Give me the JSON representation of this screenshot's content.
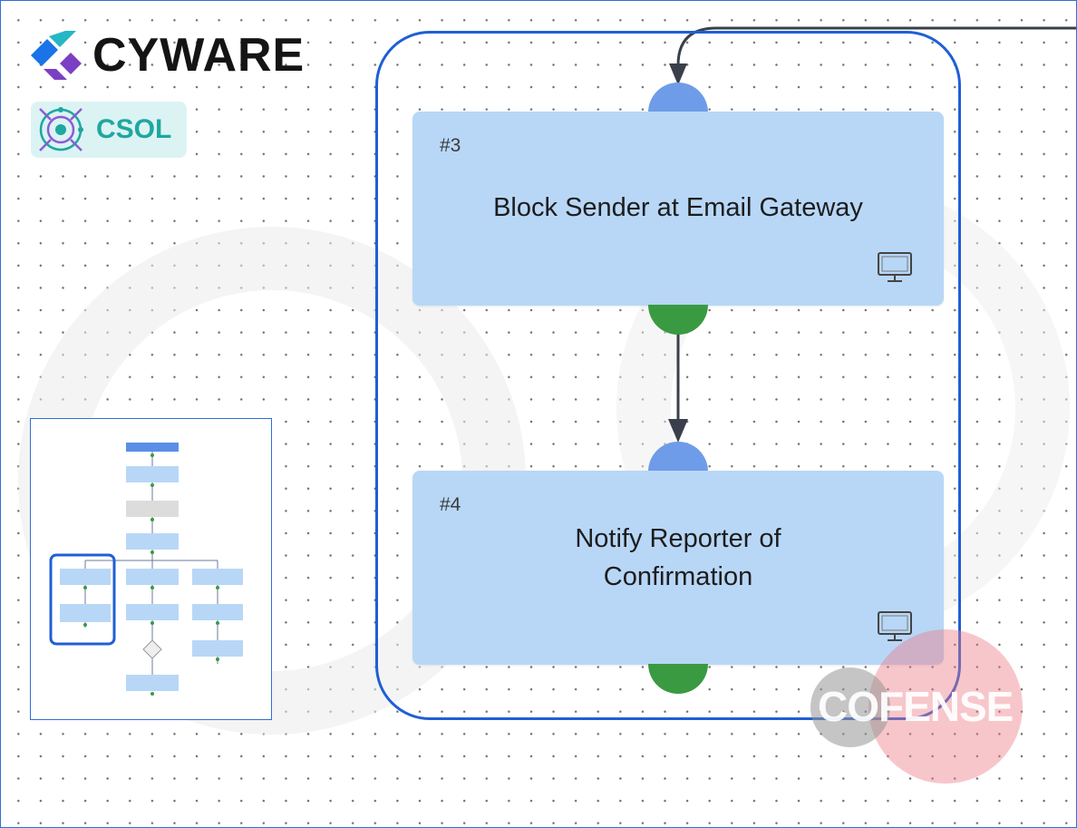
{
  "brand": {
    "logo_text": "CYWARE",
    "product_badge": "CSOL",
    "watermark_text": "COFENSE",
    "logo_icon": "cyware-logo-icon",
    "badge_icon": "csol-orbit-icon"
  },
  "colors": {
    "group_border": "#1f5fd6",
    "node_fill": "#b8d7f7",
    "input_port": "#6e9ce8",
    "output_port": "#3a9a41",
    "connector": "#3a3f4b",
    "csol_text": "#1fa7a0"
  },
  "canvas": {
    "group": {
      "nodes": [
        {
          "number": "#3",
          "title": "Block Sender at Email Gateway",
          "icon": "monitor-icon"
        },
        {
          "number": "#4",
          "title": "Notify Reporter of\nConfirmation",
          "icon": "monitor-icon"
        }
      ]
    }
  },
  "minimap": {
    "label": "workflow-overview"
  }
}
